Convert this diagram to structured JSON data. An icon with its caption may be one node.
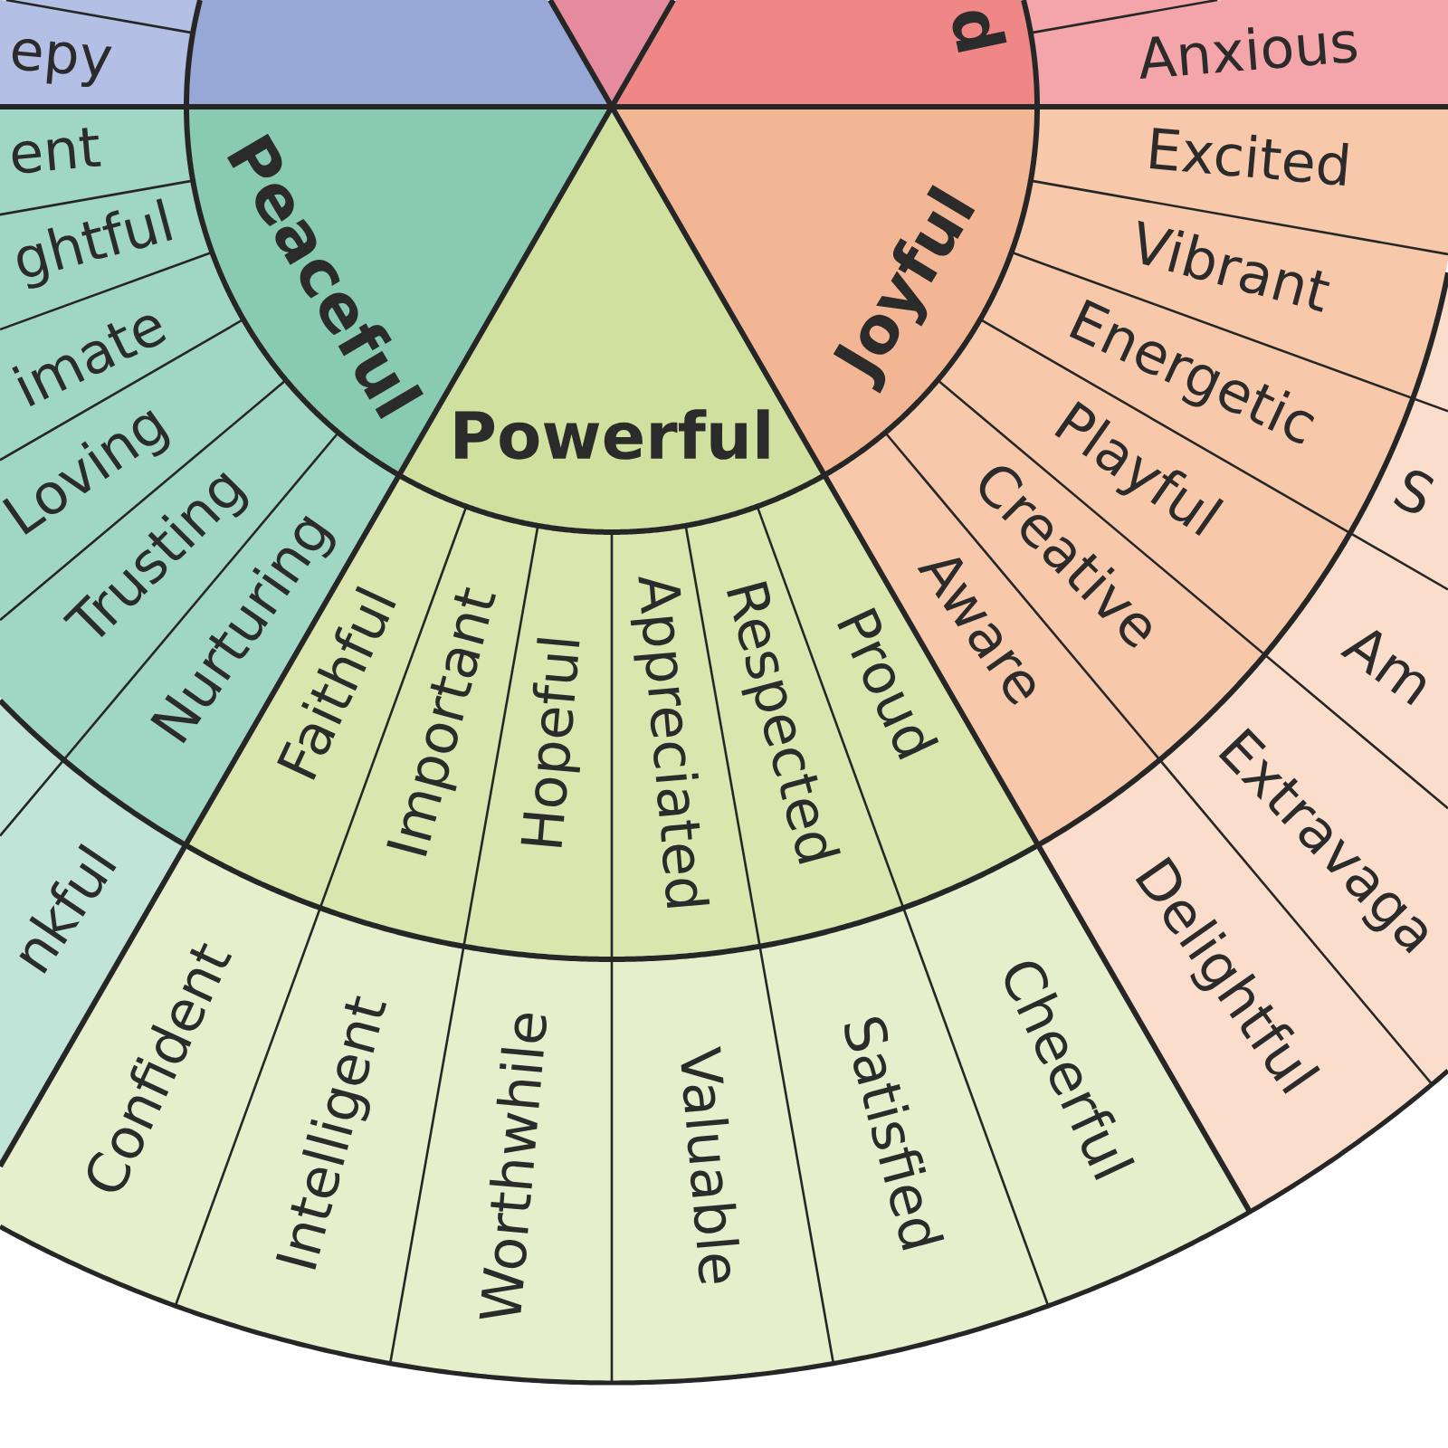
{
  "diagram": {
    "nodes": [
      {
        "text": [],
        "shape": "segment"
      },
      {
        "text": [
          "epy"
        ]
      },
      {
        "text": [],
        "shape": "wedge"
      },
      {
        "text": [],
        "shape": "wedge"
      },
      {
        "text": [
          "d"
        ]
      },
      {
        "text": [],
        "shape": "segment"
      },
      {
        "text": [
          "Anxious"
        ]
      },
      {
        "text": [
          "Joyful"
        ]
      },
      {
        "text": [
          "Excited"
        ]
      },
      {
        "text": [
          "Vibrant"
        ]
      },
      {
        "text": [
          "Energetic"
        ]
      },
      {
        "text": [
          "Playful"
        ]
      },
      {
        "text": [
          "Creative"
        ]
      },
      {
        "text": [
          "Aware"
        ]
      },
      {
        "text": [],
        "shape": "segment"
      },
      {
        "text": [
          "S"
        ]
      },
      {
        "text": [
          "Am"
        ]
      },
      {
        "text": [
          "Extravaga"
        ]
      },
      {
        "text": [
          "Delightful"
        ]
      },
      {
        "text": [
          "Powerful"
        ]
      },
      {
        "text": [
          "Faithful"
        ]
      },
      {
        "text": [
          "Important"
        ]
      },
      {
        "text": [
          "Hopeful"
        ]
      },
      {
        "text": [
          "Appreciated"
        ]
      },
      {
        "text": [
          "Respected"
        ]
      },
      {
        "text": [
          "Proud"
        ]
      },
      {
        "text": [
          "Confident"
        ]
      },
      {
        "text": [
          "Intelligent"
        ]
      },
      {
        "text": [
          "Worthwhile"
        ]
      },
      {
        "text": [
          "Valuable"
        ]
      },
      {
        "text": [
          "Satisfied"
        ]
      },
      {
        "text": [
          "Cheerful"
        ]
      },
      {
        "text": [
          "Peaceful"
        ]
      },
      {
        "text": [
          "ent"
        ]
      },
      {
        "text": [
          "ghtful"
        ]
      },
      {
        "text": [
          "imate"
        ]
      },
      {
        "text": [
          "Loving"
        ]
      },
      {
        "text": [
          "Trusting"
        ]
      },
      {
        "text": [
          "Nurturing"
        ]
      },
      {
        "text": [],
        "shape": "segment"
      },
      {
        "text": [
          "nkful"
        ]
      }
    ]
  }
}
